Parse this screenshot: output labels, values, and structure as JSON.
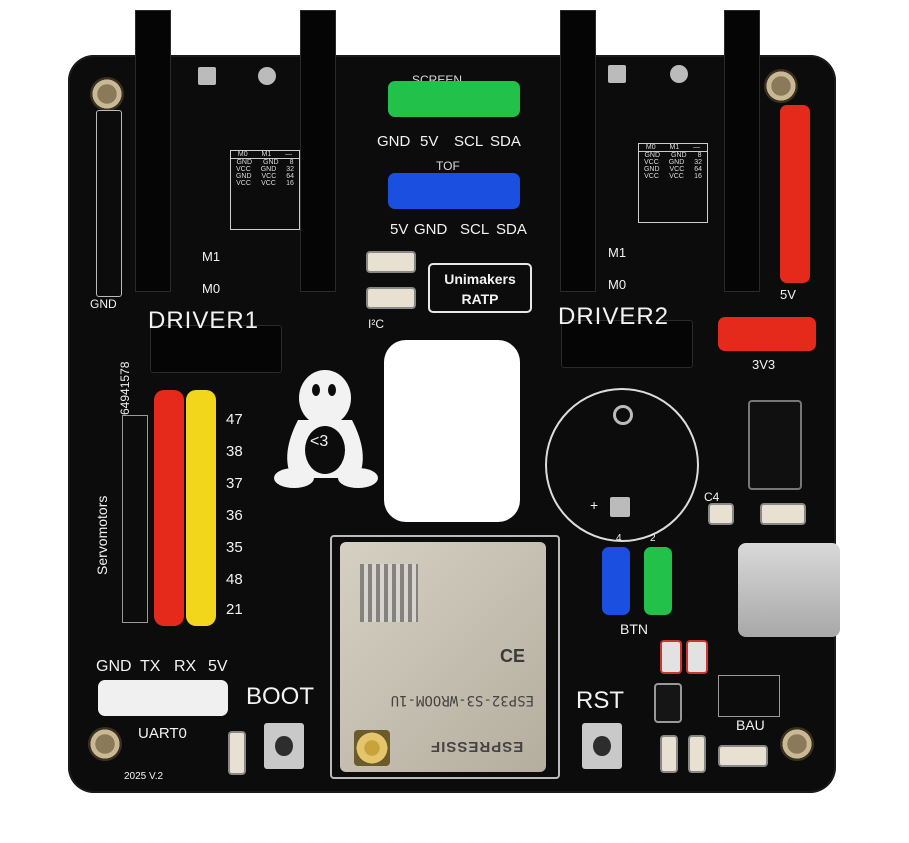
{
  "board": {
    "top_connector_labels": {
      "screen": "SCREEN",
      "tof": "TOF"
    },
    "screen_pins": [
      "GND",
      "5V",
      "SCL",
      "SDA"
    ],
    "tof_pins": [
      "5V",
      "GND",
      "SCL",
      "SDA"
    ],
    "brand": {
      "line1": "Unimakers",
      "line2": "RATP"
    },
    "i2c_label": "I²C",
    "driver1": {
      "label": "DRIVER1",
      "m1": "M1",
      "m0": "M0"
    },
    "driver2": {
      "label": "DRIVER2",
      "m1": "M1",
      "m0": "M0"
    },
    "driver_table": {
      "headers": [
        "M0",
        "M1",
        "—"
      ],
      "rows": [
        [
          "GND",
          "GND",
          "8"
        ],
        [
          "VCC",
          "GND",
          "32"
        ],
        [
          "GND",
          "VCC",
          "64"
        ],
        [
          "VCC",
          "VCC",
          "16"
        ]
      ]
    },
    "gnd_label": "GND",
    "part_code": "64941578",
    "servo_title": "Servomotors",
    "servo_pins": [
      "47",
      "38",
      "37",
      "36",
      "35",
      "48",
      "21"
    ],
    "power": {
      "v5": "5V",
      "v3": "3V3"
    },
    "cap_label": "C4",
    "battery_plus": "+",
    "btn_label": "BTN",
    "btn_pins": [
      "4",
      "2"
    ],
    "uart_pins": [
      "GND",
      "TX",
      "RX",
      "5V"
    ],
    "uart_label": "UART0",
    "boot_label": "BOOT",
    "rst_label": "RST",
    "bau_label": "BAU",
    "module": {
      "brand": "ESPRESSIF",
      "model": "ESP32-S3-WROOM-1U",
      "mark": "CE"
    },
    "version": "2025 V.2",
    "tux_text": "<3",
    "colors": {
      "pcb": "#0c0c0d",
      "green": "#22c24a",
      "blue": "#1b4fe0",
      "red": "#e52a1c",
      "yellow": "#f1d61c",
      "white_connector": "#f0f0f0"
    }
  }
}
